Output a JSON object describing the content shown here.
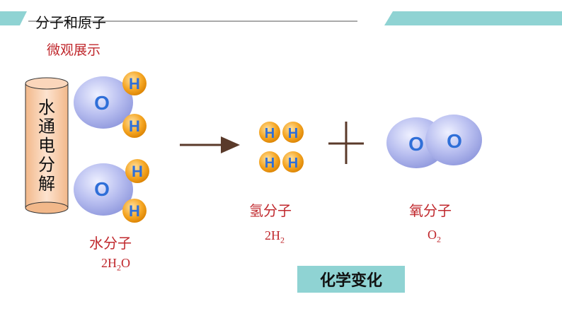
{
  "header": {
    "title": "分子和原子",
    "subtitle": "微观展示"
  },
  "tube_label": [
    "水",
    "通",
    "电",
    "分",
    "解"
  ],
  "atoms": {
    "oxygen": "O",
    "hydrogen": "H"
  },
  "molecules": {
    "water": {
      "name": "水分子",
      "formula_coef": "2H",
      "formula_sub": "2",
      "formula_tail": "O"
    },
    "hydrogen": {
      "name": "氢分子",
      "formula_coef": "2H",
      "formula_sub": "2"
    },
    "oxygen": {
      "name": "氧分子",
      "formula_coef": "O",
      "formula_sub": "2"
    }
  },
  "badge": "化学变化",
  "colors": {
    "teal_accent": "#8fd3d3",
    "red_text": "#c0282d",
    "oxygen_atom": "#b9bff0",
    "hydrogen_atom": "#f0a020",
    "atom_letter": "#2f6fd8"
  }
}
